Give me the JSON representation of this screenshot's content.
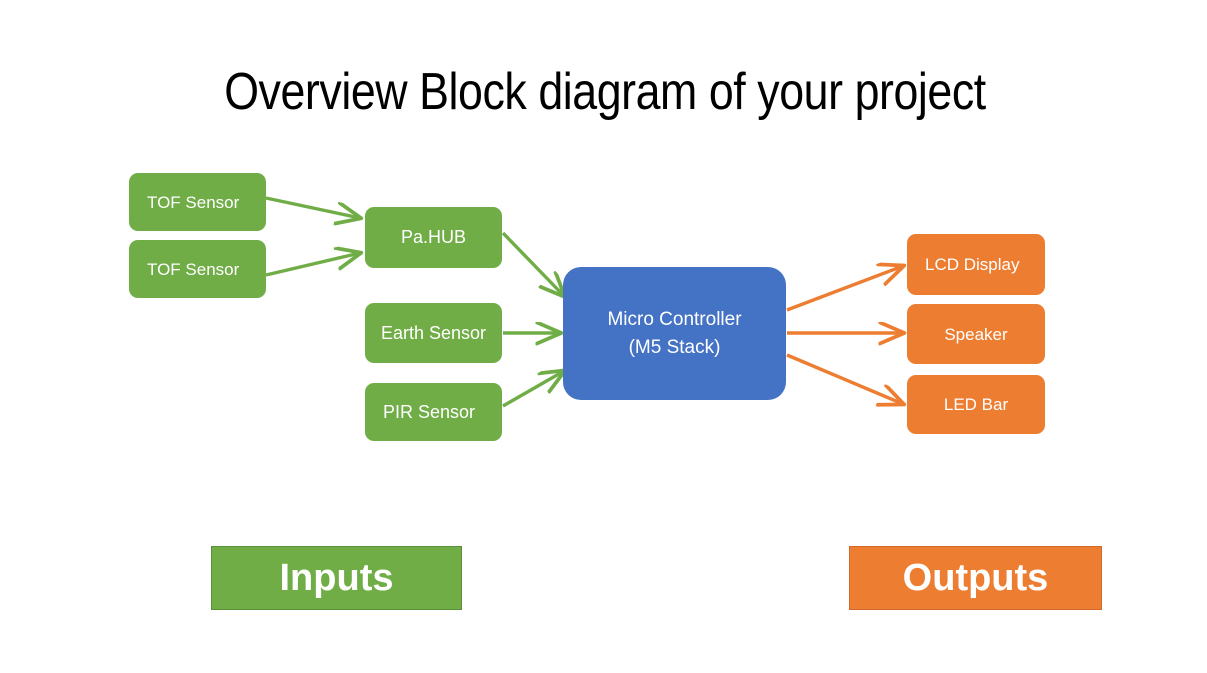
{
  "slide": {
    "title": "Overview Block diagram of your project",
    "background": "#ffffff"
  },
  "colors": {
    "input_green": "#70AD47",
    "controller_blue": "#4472C4",
    "output_orange": "#ED7D31",
    "text_on_block": "#ffffff",
    "title_text": "#000000"
  },
  "blocks": {
    "inputs": [
      {
        "id": "tof1",
        "label": "TOF Sensor",
        "color": "#70AD47",
        "align": "left"
      },
      {
        "id": "tof2",
        "label": "TOF Sensor",
        "color": "#70AD47",
        "align": "left"
      },
      {
        "id": "pahub",
        "label": "Pa.HUB",
        "color": "#70AD47",
        "align": "center"
      },
      {
        "id": "earth",
        "label": "Earth Sensor",
        "color": "#70AD47",
        "align": "center"
      },
      {
        "id": "pir",
        "label": "PIR Sensor",
        "color": "#70AD47",
        "align": "left"
      }
    ],
    "controller": {
      "id": "mcu",
      "line1": "Micro Controller",
      "line2": "(M5 Stack)",
      "color": "#4472C4"
    },
    "outputs": [
      {
        "id": "lcd",
        "label": "LCD Display",
        "color": "#ED7D31",
        "align": "left"
      },
      {
        "id": "speaker",
        "label": "Speaker",
        "color": "#ED7D31",
        "align": "center"
      },
      {
        "id": "ledbar",
        "label": "LED Bar",
        "color": "#ED7D31",
        "align": "center"
      }
    ]
  },
  "legend": {
    "inputs_label": "Inputs",
    "outputs_label": "Outputs"
  },
  "connections": [
    {
      "from": "tof1",
      "to": "pahub",
      "color": "#70AD47"
    },
    {
      "from": "tof2",
      "to": "pahub",
      "color": "#70AD47"
    },
    {
      "from": "pahub",
      "to": "mcu",
      "color": "#70AD47"
    },
    {
      "from": "earth",
      "to": "mcu",
      "color": "#70AD47"
    },
    {
      "from": "pir",
      "to": "mcu",
      "color": "#70AD47"
    },
    {
      "from": "mcu",
      "to": "lcd",
      "color": "#ED7D31"
    },
    {
      "from": "mcu",
      "to": "speaker",
      "color": "#ED7D31"
    },
    {
      "from": "mcu",
      "to": "ledbar",
      "color": "#ED7D31"
    }
  ]
}
